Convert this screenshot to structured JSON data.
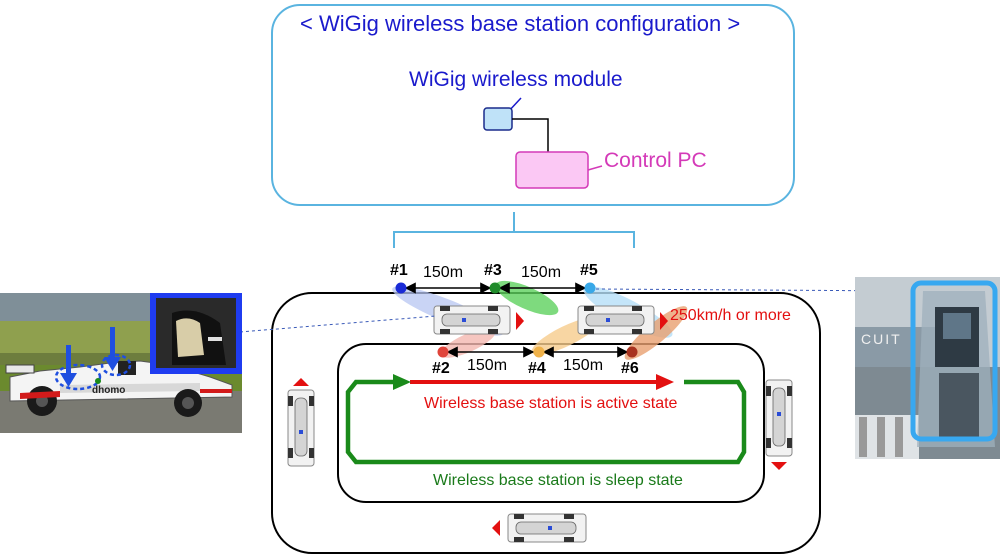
{
  "config": {
    "title": "< WiGig wireless base station configuration >",
    "module_label": "WiGig wireless module",
    "pc_label": "Control PC"
  },
  "stations": [
    {
      "id": "#1",
      "color": "#1a2bd6"
    },
    {
      "id": "#2",
      "color": "#e0443a"
    },
    {
      "id": "#3",
      "color": "#1f8a2a"
    },
    {
      "id": "#4",
      "color": "#f0b24a"
    },
    {
      "id": "#5",
      "color": "#38a8e8"
    },
    {
      "id": "#6",
      "color": "#a8321f"
    }
  ],
  "distances": {
    "d13": "150m",
    "d35": "150m",
    "d24": "150m",
    "d46": "150m"
  },
  "speed_label": "250km/h or more",
  "active_label": "Wireless base station is active state",
  "sleep_label": "Wireless base station is sleep state",
  "colors": {
    "title_blue": "#1a1acc",
    "frame_blue": "#5ab4e0",
    "pc_magenta": "#d43ab8",
    "active_red": "#e31010",
    "sleep_green": "#1a7a1a"
  },
  "car_photo": {
    "livery_text": "dhomo"
  },
  "track_photo": {
    "sign_text": "CUIT"
  }
}
